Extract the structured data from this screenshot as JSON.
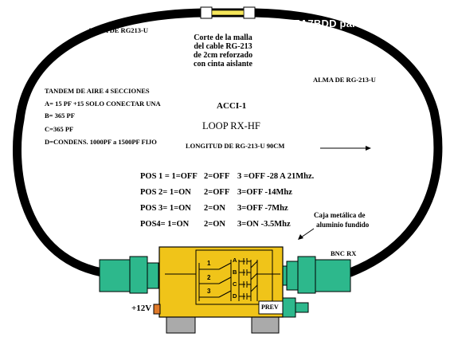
{
  "watermark": "EA7BDD para www.cb27.com",
  "labels": {
    "alma_left": "ALMA DE RG213-U",
    "alma_right": "ALMA DE RG-213-U",
    "corte": [
      "Corte de la malla",
      "del  cable RG-213",
      "de 2cm reforzado",
      "con cinta aislante"
    ],
    "tandem_title": "TANDEM DE AIRE 4 SECCIONES",
    "tandem_a": "A= 15 PF +15 SOLO CONECTAR UNA",
    "tandem_b": "B= 365 PF",
    "tandem_c": "C=365 PF",
    "tandem_d": "D=CONDENS. 1000PF a 1500PF FIJO",
    "model": "ACCI-1",
    "loop": "LOOP RX-HF",
    "longitud": "LONGITUD DE RG-213-U 90CM",
    "caja": [
      "Caja metálica de",
      "aluminio fundido"
    ],
    "bnc": "BNC RX",
    "volt": "+12V",
    "prev": "PREV"
  },
  "positions": [
    {
      "pos": "POS 1 = 1=OFF",
      "s2": "2=OFF",
      "s3": "3 =OFF -28 A 21Mhz."
    },
    {
      "pos": "POS 2= 1=ON",
      "s2": "2=OFF",
      "s3": "3=OFF -14Mhz"
    },
    {
      "pos": "POS 3= 1=ON",
      "s2": "2=ON",
      "s3": "3=OFF -7Mhz"
    },
    {
      "pos": "POS4= 1=ON",
      "s2": "2=ON",
      "s3": "3=ON -3.5Mhz"
    }
  ],
  "switch_numbers": [
    "1",
    "2",
    "3"
  ],
  "cap_letters": [
    "A",
    "B",
    "C",
    "D"
  ],
  "colors": {
    "loop": "#000000",
    "box": "#f0c419",
    "connector": "#2db88c",
    "gap": "#f5e65a",
    "watermark": "#ffffff",
    "volt_connector": "#e07a2a",
    "feet": "#aaaaaa"
  }
}
